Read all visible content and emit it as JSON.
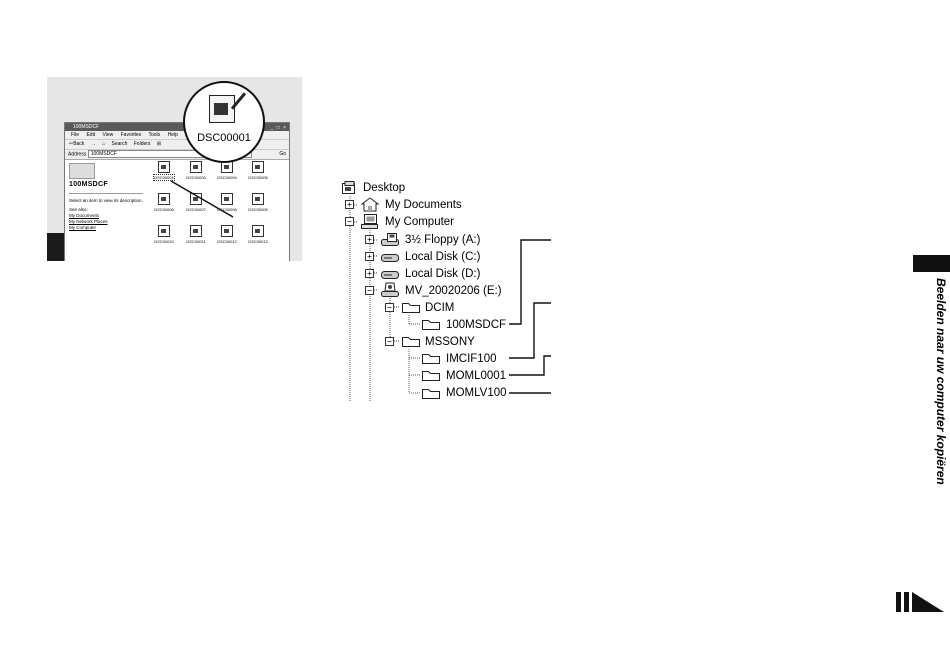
{
  "screenshot": {
    "window_title": "100MSDCF",
    "window_buttons": "_ □ ×",
    "menu": [
      "File",
      "Edit",
      "View",
      "Favorites",
      "Tools",
      "Help"
    ],
    "toolbar": [
      "⇐Back",
      "→",
      "⌂",
      "Search",
      "Folders",
      "⊞"
    ],
    "address_label": "Address",
    "address_value": "100MSDCF",
    "go_label": "Go",
    "folder_name": "100MSDCF",
    "description": "Select an item to view its description.",
    "see_also": "See also:",
    "links": [
      "My Documents",
      "My Network Places",
      "My Computer"
    ],
    "files": [
      "DSC00001",
      "DSC00003",
      "DSC00004",
      "DSC00005",
      "DSC00006",
      "DSC00007",
      "DSC00008",
      "DSC00009",
      "DSC00010",
      "DSC00011",
      "DSC00012",
      "DSC00013"
    ],
    "callout_label": "DSC00001"
  },
  "tree": {
    "desktop": "Desktop",
    "my_documents": "My Documents",
    "my_computer": "My Computer",
    "floppy": "3½ Floppy (A:)",
    "local_c": "Local Disk (C:)",
    "local_d": "Local Disk (D:)",
    "removable": "MV_20020206 (E:)",
    "dcim": "DCIM",
    "folder_100msdcf": "100MSDCF",
    "mssony": "MSSONY",
    "imcif100": "IMCIF100",
    "moml0001": "MOML0001",
    "momlv100": "MOMLV100"
  },
  "sidebar_text": "Beelden naar uw computer kopiëren",
  "colors": {
    "ink": "#000000",
    "panel": "#e6e6e6",
    "tab": "#111111"
  }
}
